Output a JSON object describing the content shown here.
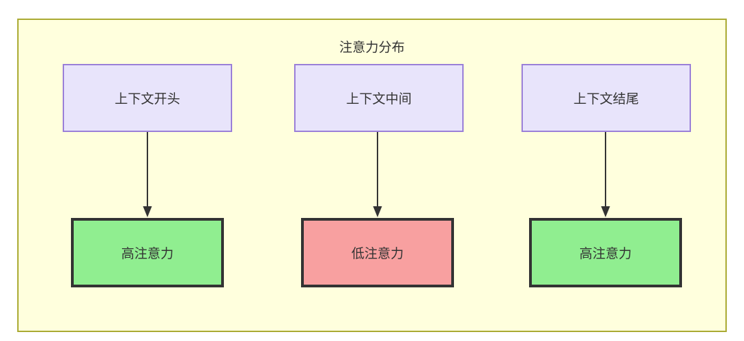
{
  "diagram": {
    "title": "注意力分布",
    "frame": {
      "fill": "#ffffdd",
      "stroke": "#aaaa33"
    },
    "palette": {
      "context_fill": "#e8e4fb",
      "context_stroke": "#9a7fd8",
      "high_attention_fill": "#90ee90",
      "low_attention_fill": "#f8a0a0",
      "node_stroke": "#333333",
      "edge_stroke": "#333333",
      "text": "#333333"
    },
    "context_nodes": [
      {
        "id": "context-start",
        "label": "上下文开头"
      },
      {
        "id": "context-middle",
        "label": "上下文中间"
      },
      {
        "id": "context-end",
        "label": "上下文结尾"
      }
    ],
    "attention_nodes": [
      {
        "id": "attention-high-start",
        "label": "高注意力",
        "fill": "#90ee90"
      },
      {
        "id": "attention-low-middle",
        "label": "低注意力",
        "fill": "#f8a0a0"
      },
      {
        "id": "attention-high-end",
        "label": "高注意力",
        "fill": "#90ee90"
      }
    ],
    "edges": [
      {
        "from": "context-start",
        "to": "attention-high-start",
        "label": ""
      },
      {
        "from": "context-middle",
        "to": "attention-low-middle",
        "label": ""
      },
      {
        "from": "context-end",
        "to": "attention-high-end",
        "label": ""
      }
    ]
  }
}
